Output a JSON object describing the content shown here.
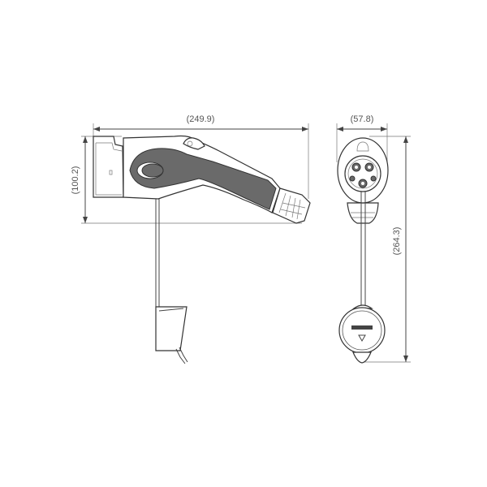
{
  "dimensions": {
    "side_length": "(249.9)",
    "side_height": "(100.2)",
    "front_width": "(57.8)",
    "front_height": "(264.3)"
  },
  "colors": {
    "line": "#333333",
    "grip": "#6a6a6a",
    "text": "#555555"
  }
}
